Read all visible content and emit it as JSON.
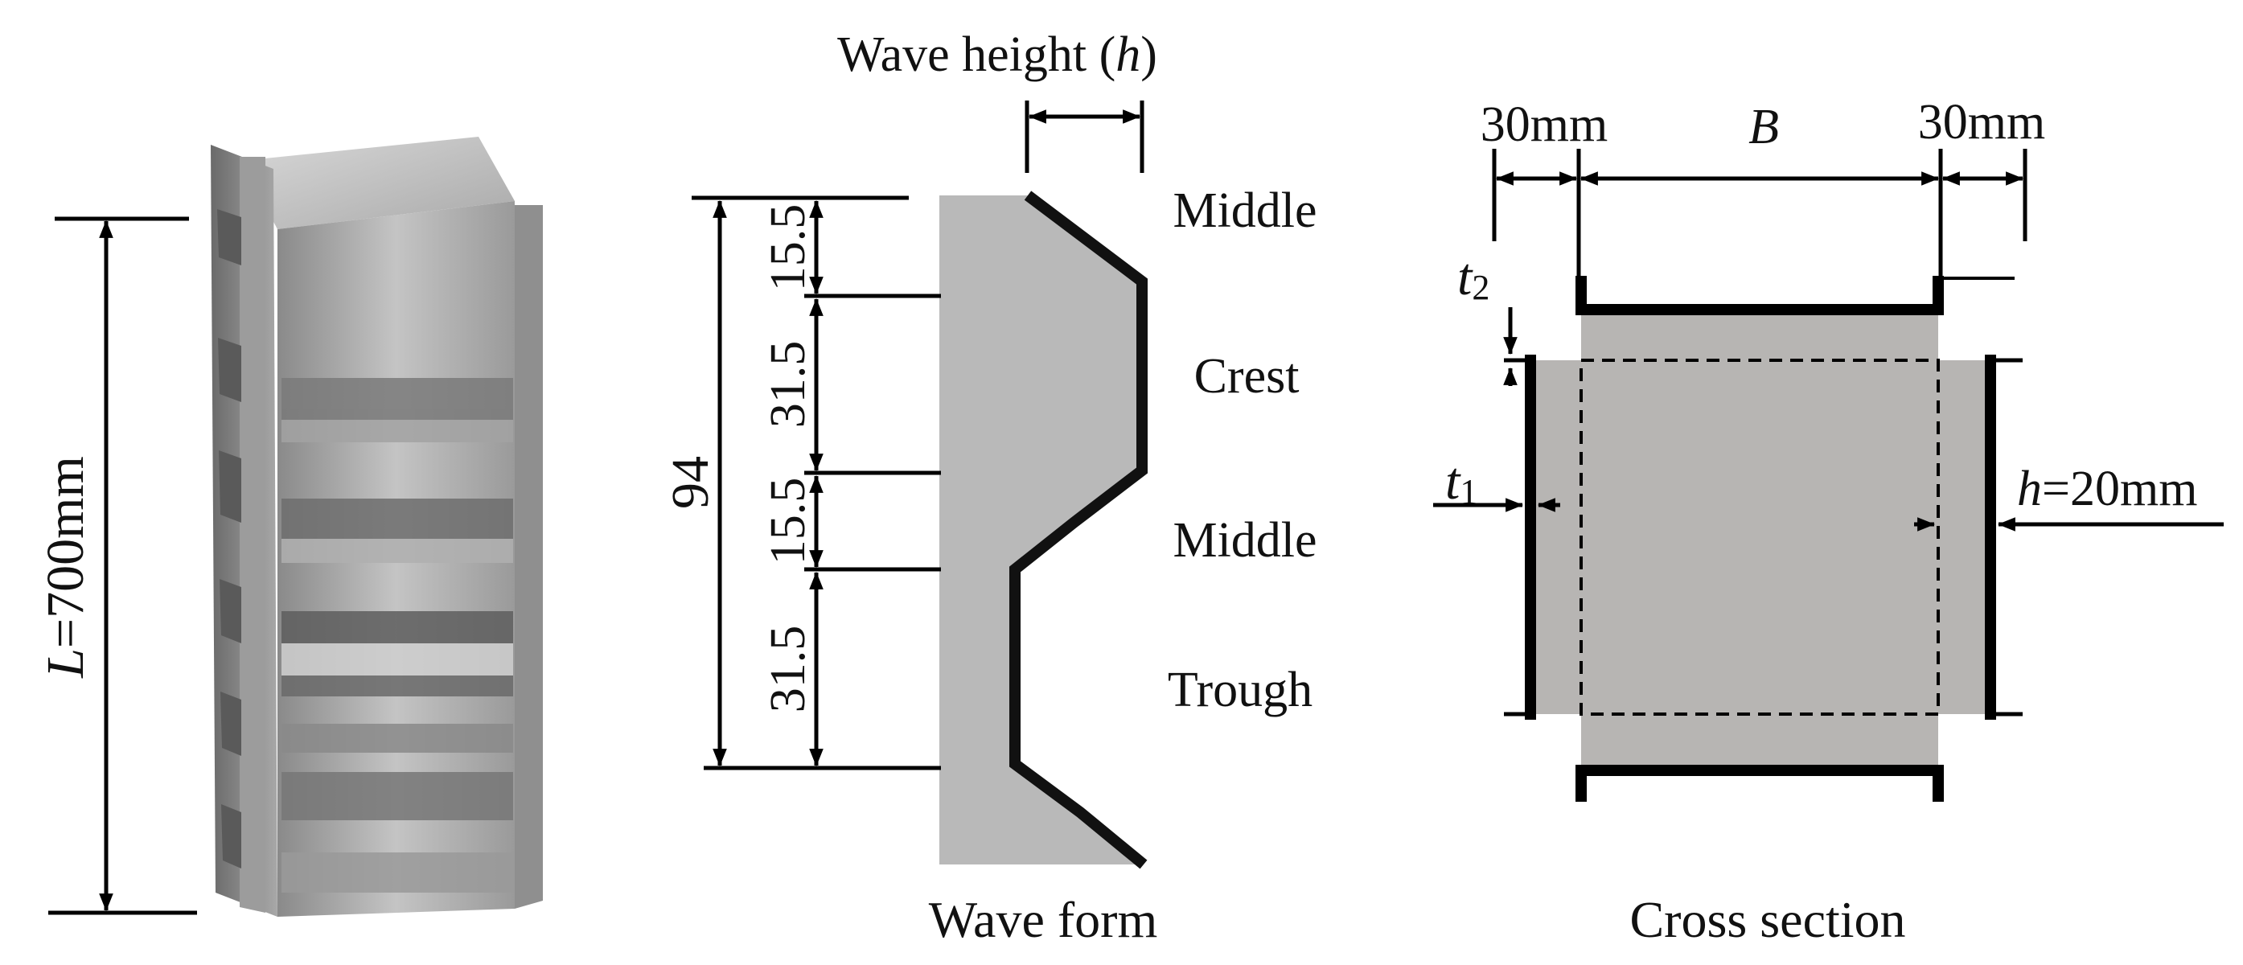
{
  "panel_a": {
    "length_label_var": "L",
    "length_label_rest": "=700mm"
  },
  "panel_b": {
    "wave_height_label": "Wave height (",
    "wave_height_var": "h",
    "wave_height_close": ")",
    "total_dim": "94",
    "seg1": "15.5",
    "seg2": "31.5",
    "seg3": "15.5",
    "seg4": "31.5",
    "zone_middle_top": "Middle",
    "zone_crest": "Crest",
    "zone_middle_bottom": "Middle",
    "zone_trough": "Trough",
    "caption": "Wave form"
  },
  "panel_c": {
    "dim_left": "30mm",
    "dim_mid_var": "B",
    "dim_right": "30mm",
    "t2_var": "t",
    "t2_sub": "2",
    "t1_var": "t",
    "t1_sub": "1",
    "h_var": "h",
    "h_rest": "=20mm",
    "caption": "Cross section"
  },
  "colors": {
    "fill_gray": "#b7b5b3",
    "wave_fill": "#b9b9b9",
    "steel_light": "#c9c9c9",
    "steel_dark": "#6f6f6f"
  }
}
